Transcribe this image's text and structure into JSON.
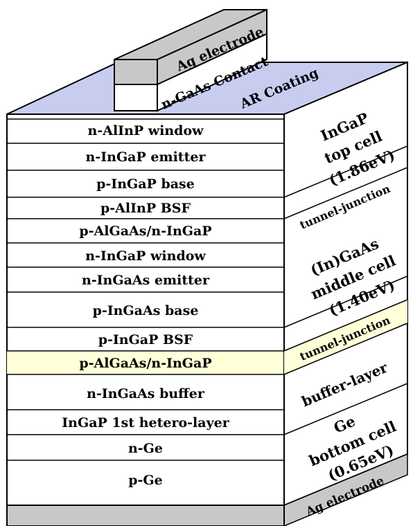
{
  "colors": {
    "ar_coating": "#c8cdf0",
    "electrode": "#c8c8c8",
    "highlight": "#ffffd8",
    "line": "#000000",
    "background": "#ffffff"
  },
  "top_contact": {
    "electrode": "Ag electrode",
    "contact": "n-GaAs Contact",
    "coating": "AR Coating"
  },
  "layers": [
    {
      "label": "n-AlInP window"
    },
    {
      "label": "n-InGaP emitter"
    },
    {
      "label": "p-InGaP base"
    },
    {
      "label": "p-AlInP BSF"
    },
    {
      "label": "p-AlGaAs/n-InGaP"
    },
    {
      "label": "n-InGaP window"
    },
    {
      "label": "n-InGaAs emitter"
    },
    {
      "label": "p-InGaAs base"
    },
    {
      "label": "p-InGaP BSF"
    },
    {
      "label": "p-AlGaAs/n-InGaP",
      "highlight": true
    },
    {
      "label": "n-InGaAs buffer"
    },
    {
      "label": "InGaP 1st hetero-layer"
    },
    {
      "label": "n-Ge"
    },
    {
      "label": "p-Ge"
    }
  ],
  "side": {
    "top_cell": [
      "InGaP",
      "top cell",
      "(1.86eV)"
    ],
    "tunnel_1": "tunnel-junction",
    "middle_cell": [
      "(In)GaAs",
      "middle cell",
      "(1.40eV)"
    ],
    "tunnel_2": "tunnel-junction",
    "buffer": "buffer-layer",
    "bottom_cell": [
      "Ge",
      "bottom cell",
      "(0.65eV)"
    ],
    "bottom_electrode": "Ag electrode"
  }
}
